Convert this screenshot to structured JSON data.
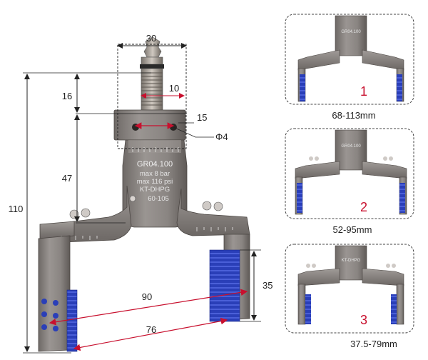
{
  "main_diagram": {
    "dimensions": {
      "width_top": "30",
      "fitting_height": "16",
      "fitting_diameter": "10",
      "port_spacing": "15",
      "port_diameter": "Φ4",
      "body_height": "47",
      "total_height": "110",
      "jaw_height": "35",
      "outer_width": "90",
      "inner_width": "76"
    },
    "engraving": {
      "model": "GR04.100",
      "pressure_bar": "max 8 bar",
      "pressure_psi": "max 116 psi",
      "brand": "KT-DHPG",
      "range_code": "60-105"
    }
  },
  "configurations": [
    {
      "number": "1",
      "range": "68-113mm"
    },
    {
      "number": "2",
      "range": "52-95mm"
    },
    {
      "number": "3",
      "range": "37.5-79mm"
    }
  ],
  "colors": {
    "accent_red": "#c8102e",
    "metal": "#8a8582",
    "pad_blue": "#2a3fb8"
  }
}
